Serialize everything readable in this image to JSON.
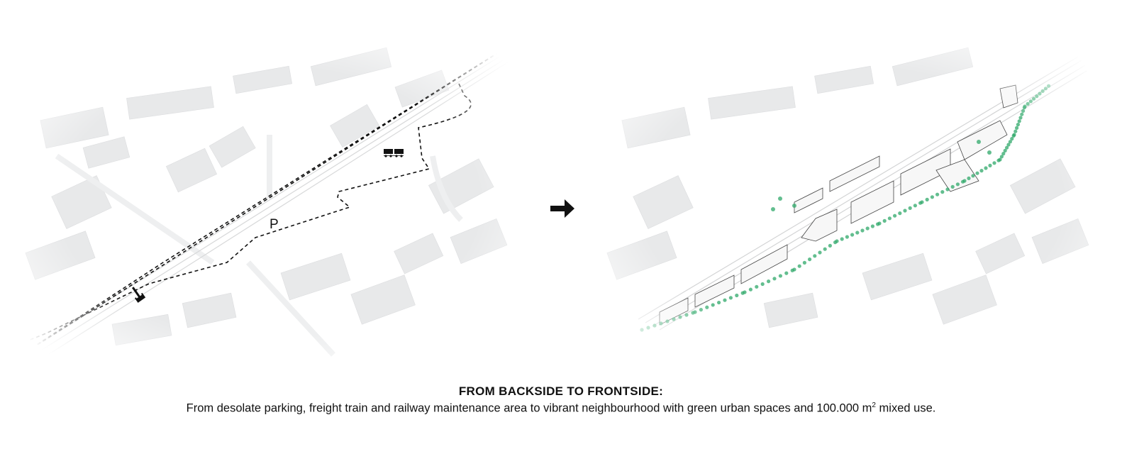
{
  "diagram": {
    "before_map": {
      "markers": [
        {
          "label": "P"
        }
      ]
    },
    "icons": [
      "wrench-icon",
      "freight-train-icon",
      "right-arrow-icon",
      "tree-icon"
    ],
    "colors": {
      "tree": "#2fa86a",
      "line": "#111111",
      "map": "#e6e7e8"
    }
  },
  "caption": {
    "title": "FROM BACKSIDE TO FRONTSIDE:",
    "subtitle_before_unit": "From desolate parking, freight train and railway maintenance area to vibrant neighbourhood with green urban spaces and 100.000 m",
    "unit_superscript": "2",
    "subtitle_after_unit": " mixed use."
  }
}
